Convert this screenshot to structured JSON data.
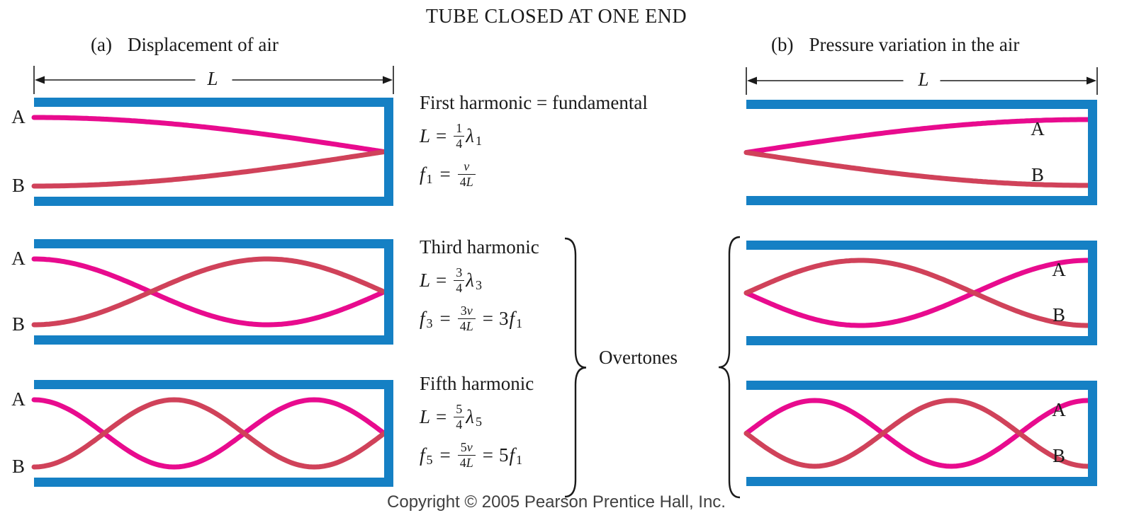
{
  "title": "TUBE CLOSED AT ONE END",
  "columns": {
    "a": {
      "tag": "(a)",
      "label": "Displacement of air"
    },
    "b": {
      "tag": "(b)",
      "label": "Pressure variation in the air"
    }
  },
  "length_label": "L",
  "point_labels": {
    "top": "A",
    "bottom": "B"
  },
  "overtones_label": "Overtones",
  "copyright": "Copyright © 2005 Pearson Prentice Hall, Inc.",
  "colors": {
    "tube": "#1580c4",
    "wave_a": "#e80b8e",
    "wave_b": "#d0425a",
    "text": "#1a1a1a",
    "copyright_text": "#404040"
  },
  "rows": [
    {
      "heading": "First harmonic  =  fundamental",
      "harmonic": 1,
      "L_eq": [
        [
          "var",
          "L"
        ],
        [
          "op",
          "="
        ],
        [
          "frac",
          "1",
          "4"
        ],
        [
          "var",
          "λ"
        ],
        [
          "sub",
          "1"
        ]
      ],
      "f_eq": [
        [
          "var",
          "f"
        ],
        [
          "sub",
          "1"
        ],
        [
          "op",
          "="
        ],
        [
          "frac",
          "v",
          "4L"
        ]
      ]
    },
    {
      "heading": "Third harmonic",
      "harmonic": 3,
      "L_eq": [
        [
          "var",
          "L"
        ],
        [
          "op",
          "="
        ],
        [
          "frac",
          "3",
          "4"
        ],
        [
          "var",
          "λ"
        ],
        [
          "sub",
          "3"
        ]
      ],
      "f_eq": [
        [
          "var",
          "f"
        ],
        [
          "sub",
          "3"
        ],
        [
          "op",
          "="
        ],
        [
          "frac",
          "3v",
          "4L"
        ],
        [
          "op",
          "="
        ],
        [
          "coef",
          "3"
        ],
        [
          "var",
          "f"
        ],
        [
          "sub",
          "1"
        ]
      ]
    },
    {
      "heading": "Fifth harmonic",
      "harmonic": 5,
      "L_eq": [
        [
          "var",
          "L"
        ],
        [
          "op",
          "="
        ],
        [
          "frac",
          "5",
          "4"
        ],
        [
          "var",
          "λ"
        ],
        [
          "sub",
          "5"
        ]
      ],
      "f_eq": [
        [
          "var",
          "f"
        ],
        [
          "sub",
          "5"
        ],
        [
          "op",
          "="
        ],
        [
          "frac",
          "5v",
          "4L"
        ],
        [
          "op",
          "="
        ],
        [
          "coef",
          "5"
        ],
        [
          "var",
          "f"
        ],
        [
          "sub",
          "1"
        ]
      ]
    }
  ]
}
